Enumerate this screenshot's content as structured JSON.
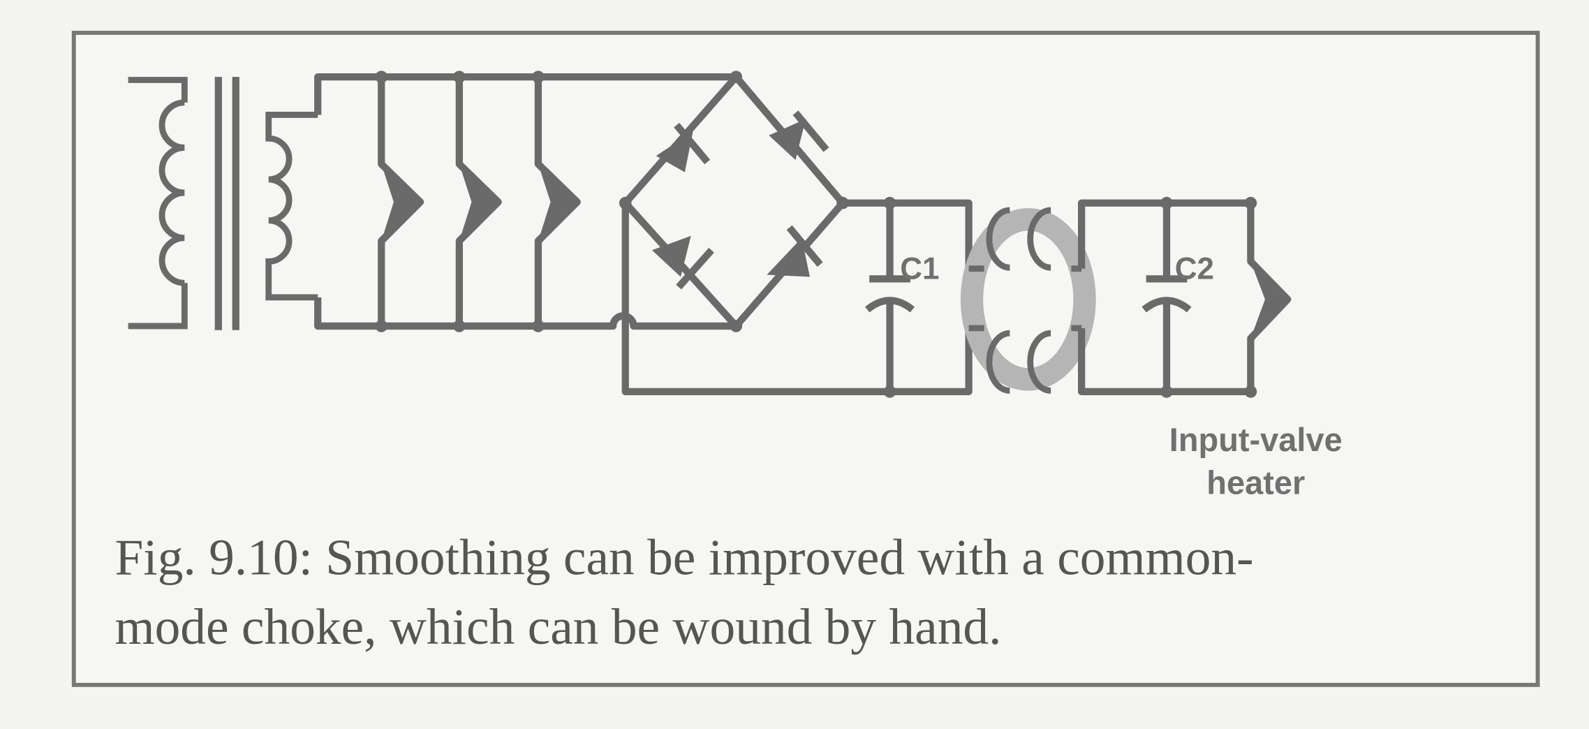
{
  "figure": {
    "caption_line1": "Fig. 9.10: Smoothing can be improved with a common-",
    "caption_line2": "mode choke, which can be wound by hand.",
    "labels": {
      "c1": "C1",
      "c2": "C2",
      "heater_line1": "Input-valve",
      "heater_line2": "heater"
    }
  },
  "colors": {
    "wire": "#6a6a6a",
    "ring": "#b5b5b5",
    "frame": "#777777",
    "background": "#f4f4f2"
  }
}
